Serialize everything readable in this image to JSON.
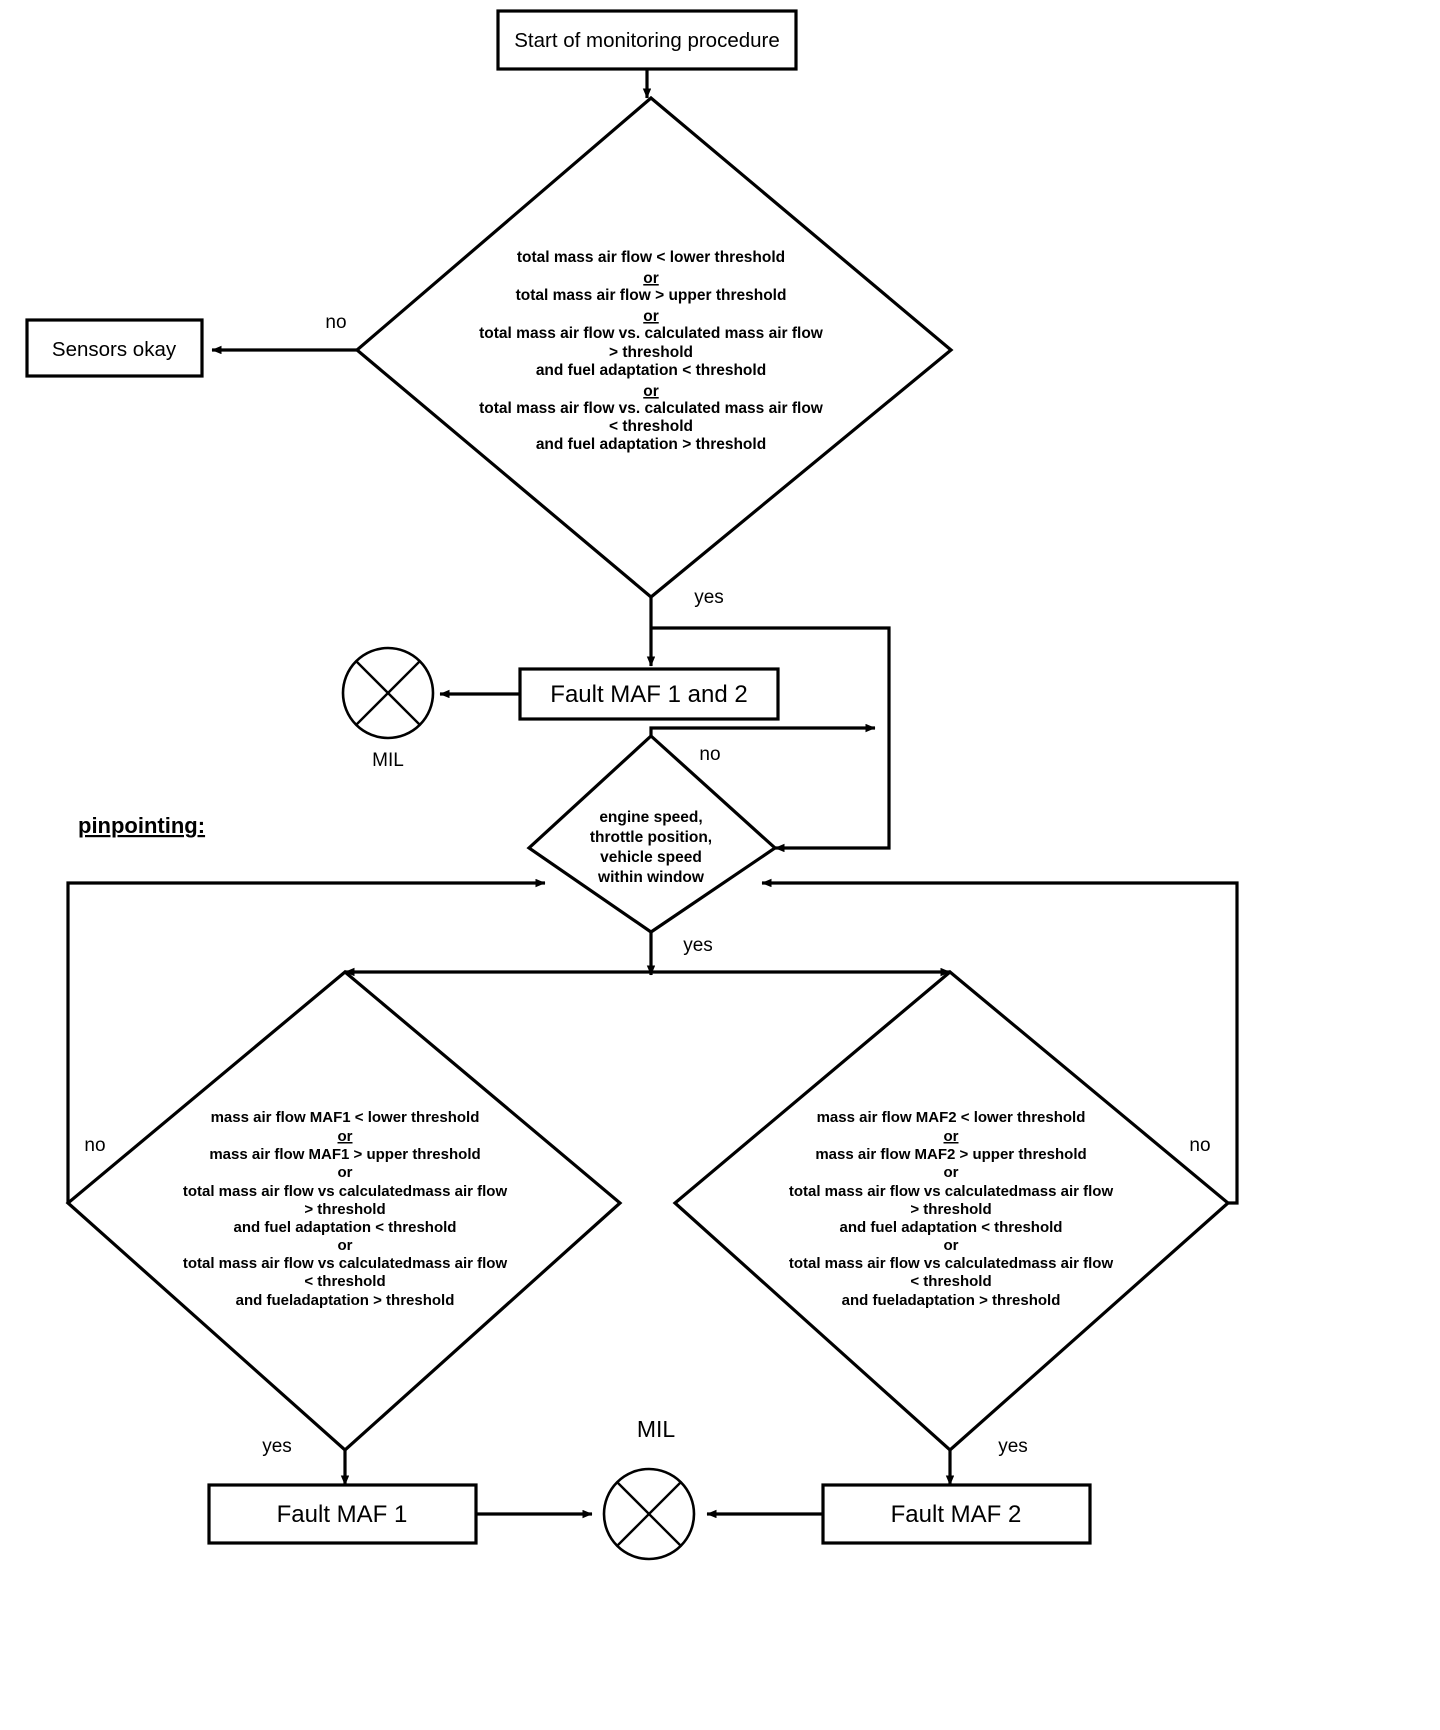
{
  "diagram": {
    "title": "MAF sensor monitoring procedure flowchart",
    "colors": {
      "line": "#000000",
      "fill": "#ffffff",
      "text": "#000000"
    },
    "nodes": {
      "start": {
        "label": "Start of monitoring procedure",
        "type": "process"
      },
      "main_decision": {
        "type": "decision",
        "lines": [
          "total mass air flow < lower threshold",
          "or",
          "total mass air flow > upper threshold",
          "or",
          "total mass air flow vs. calculated mass air flow",
          "> threshold",
          "and fuel adaptation < threshold",
          "or",
          "total mass air flow vs. calculated mass air flow",
          "< threshold",
          "and fuel adaptation > threshold"
        ],
        "underlined_lines": [
          1,
          3,
          7
        ]
      },
      "sensors_okay": {
        "label": "Sensors okay",
        "type": "process"
      },
      "fault_maf_12": {
        "label": "Fault  MAF 1 and  2",
        "type": "process"
      },
      "mil_top": {
        "label": "MIL",
        "type": "connector",
        "icon": "mil-lamp-icon"
      },
      "window_decision": {
        "type": "decision",
        "lines": [
          "engine speed,",
          "throttle position,",
          "vehicle speed",
          "within window"
        ]
      },
      "maf1_decision": {
        "type": "decision",
        "lines": [
          "mass air flow MAF1 < lower threshold",
          "or",
          "mass air flow MAF1 > upper threshold",
          "or",
          "total mass air flow vs calculatedmass air flow",
          "> threshold",
          "and fuel adaptation < threshold",
          "or",
          "total mass air flow vs calculatedmass air flow",
          "< threshold",
          "and fueladaptation >  threshold"
        ],
        "underlined_lines": [
          1
        ]
      },
      "maf2_decision": {
        "type": "decision",
        "lines": [
          "mass air flow MAF2 < lower threshold",
          "or",
          "mass air flow MAF2 > upper threshold",
          "or",
          "total mass air flow vs calculatedmass air flow",
          "> threshold",
          "and fuel adaptation < threshold",
          "or",
          "total mass air flow vs calculatedmass air flow",
          "< threshold",
          "and fueladaptation >  threshold"
        ],
        "underlined_lines": [
          1
        ]
      },
      "fault_maf_1": {
        "label": "Fault MAF 1",
        "type": "process"
      },
      "fault_maf_2": {
        "label": "Fault MAF 2",
        "type": "process"
      },
      "mil_bottom": {
        "label": "MIL",
        "type": "connector",
        "icon": "mil-lamp-icon"
      }
    },
    "section_label": {
      "text": "pinpointing:"
    },
    "edge_labels": {
      "main_no": "no",
      "main_yes": "yes",
      "window_no": "no",
      "window_yes": "yes",
      "maf1_no": "no",
      "maf1_yes": "yes",
      "maf2_no": "no",
      "maf2_yes": "yes"
    }
  }
}
